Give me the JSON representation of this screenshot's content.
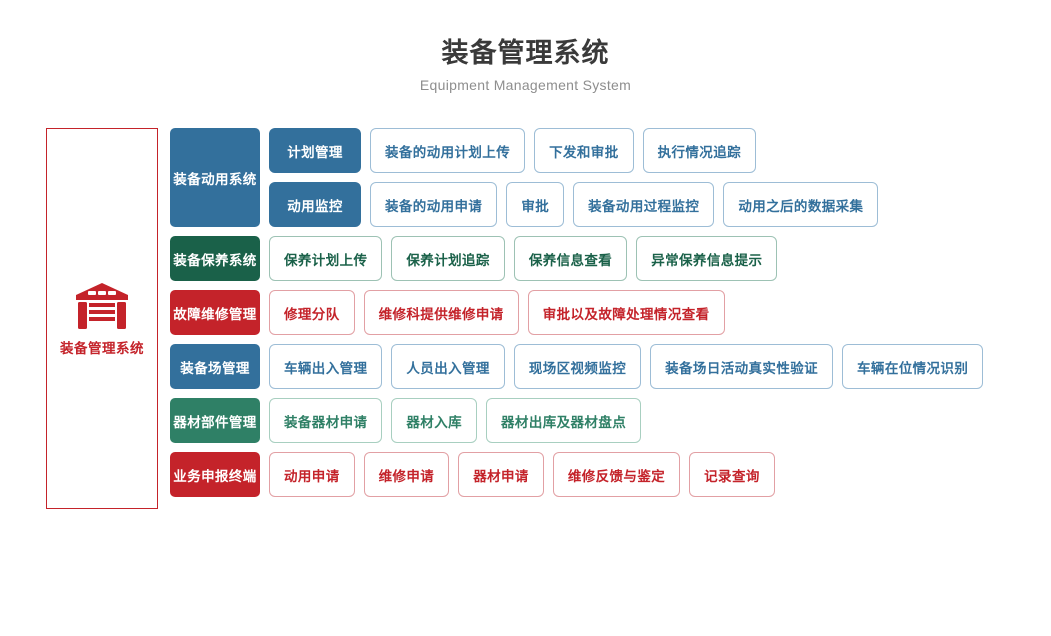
{
  "header": {
    "title": "装备管理系统",
    "subtitle": "Equipment Management System"
  },
  "root": {
    "label": "装备管理系统",
    "icon": "warehouse-icon"
  },
  "colors": {
    "blue": "#33709c",
    "green": "#1a6149",
    "green_light": "#2f8066",
    "red": "#c4232a",
    "title": "#3a3a3a",
    "subtitle": "#8e8e8e"
  },
  "rows": [
    {
      "category": "装备动用系统",
      "color": "blue",
      "groups": [
        {
          "subcategory": "计划管理",
          "leaves": [
            "装备的动用计划上传",
            "下发和审批",
            "执行情况追踪"
          ]
        },
        {
          "subcategory": "动用监控",
          "leaves": [
            "装备的动用申请",
            "审批",
            "装备动用过程监控",
            "动用之后的数据采集"
          ]
        }
      ]
    },
    {
      "category": "装备保养系统",
      "color": "green",
      "groups": [
        {
          "subcategory": null,
          "leaves": [
            "保养计划上传",
            "保养计划追踪",
            "保养信息查看",
            "异常保养信息提示"
          ]
        }
      ]
    },
    {
      "category": "故障维修管理",
      "color": "red",
      "groups": [
        {
          "subcategory": null,
          "leaves": [
            "修理分队",
            "维修科提供维修申请",
            "审批以及故障处理情况查看"
          ]
        }
      ]
    },
    {
      "category": "装备场管理",
      "color": "blue",
      "groups": [
        {
          "subcategory": null,
          "leaves": [
            "车辆出入管理",
            "人员出入管理",
            "现场区视频监控",
            "装备场日活动真实性验证",
            "车辆在位情况识别"
          ]
        }
      ]
    },
    {
      "category": "器材部件管理",
      "color": "green_light",
      "groups": [
        {
          "subcategory": null,
          "leaves": [
            "装备器材申请",
            "器材入库",
            "器材出库及器材盘点"
          ]
        }
      ]
    },
    {
      "category": "业务申报终端",
      "color": "red",
      "groups": [
        {
          "subcategory": null,
          "leaves": [
            "动用申请",
            "维修申请",
            "器材申请",
            "维修反馈与鉴定",
            "记录查询"
          ]
        }
      ]
    }
  ]
}
